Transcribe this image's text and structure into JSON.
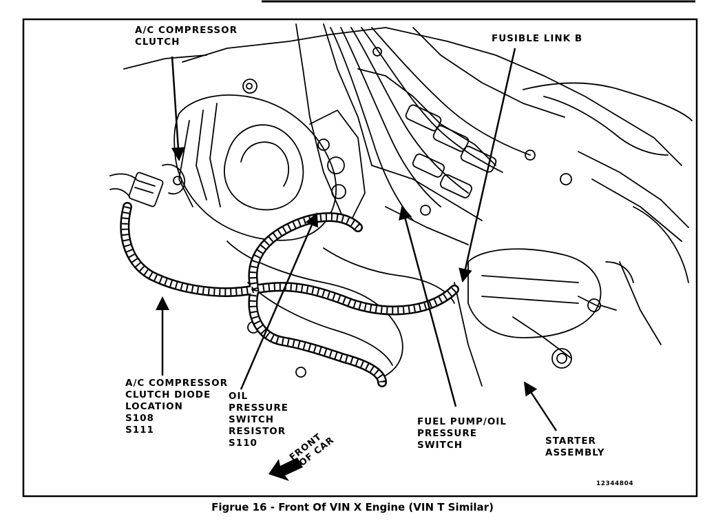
{
  "caption": "Figrue 16 - Front Of VIN X Engine (VIN T Similar)",
  "part_number": "12344804",
  "labels": {
    "ac_compressor_clutch": [
      "A/C COMPRESSOR",
      "CLUTCH"
    ],
    "fusible_link_b": [
      "FUSIBLE LINK B"
    ],
    "ac_clutch_diode": [
      "A/C COMPRESSOR",
      "CLUTCH DIODE",
      "LOCATION",
      "S108",
      "S111"
    ],
    "oil_pressure_resistor": [
      "OIL",
      "PRESSURE",
      "SWITCH",
      "RESISTOR",
      "S110"
    ],
    "fuel_pump_switch": [
      "FUEL PUMP/OIL",
      "PRESSURE",
      "SWITCH"
    ],
    "starter_assembly": [
      "STARTER",
      "ASSEMBLY"
    ],
    "front_of_car": [
      "FRONT",
      "OF CAR"
    ]
  }
}
